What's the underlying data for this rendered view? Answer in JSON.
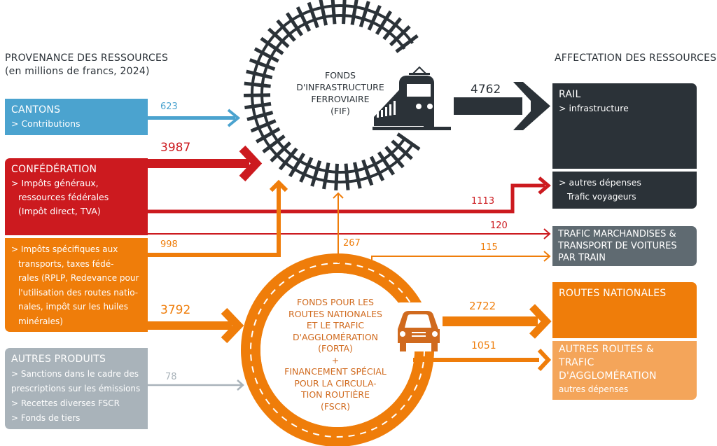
{
  "headings": {
    "sources_title": "PROVENANCE DES RESSOURCES",
    "sources_subtitle": "(en millions de francs, 2024)",
    "uses_title": "AFFECTATION DES RESSOURCES"
  },
  "sources": {
    "cantons": {
      "title": "CANTONS",
      "lines": [
        "> Contributions"
      ],
      "color": "#4ba3cf"
    },
    "confederation": {
      "title": "CONFÉDÉRATION",
      "lines": [
        "> Impôts généraux,",
        "ressources fédérales",
        "(Impôt direct, TVA)"
      ],
      "color": "#cc1a1f"
    },
    "specific_taxes": {
      "lines": [
        "> Impôts spécifiques aux",
        "transports, taxes fédé-",
        "rales (RPLP, Redevance pour",
        "l'utilisation des routes natio-",
        "nales, impôt sur les huiles",
        "minérales)"
      ],
      "color": "#ef7d0a"
    },
    "other_products": {
      "title": "AUTRES PRODUITS",
      "lines": [
        "> Sanctions dans le cadre des",
        "prescriptions sur les émissions",
        "> Recettes diverses FSCR",
        "> Fonds de tiers"
      ],
      "color": "#a9b3ba"
    }
  },
  "funds": {
    "fif": {
      "lines": [
        "FONDS",
        "D'INFRASTRUCTURE",
        "FERROVIAIRE",
        "(FIF)"
      ],
      "color": "#2b3238"
    },
    "forta": {
      "lines": [
        "FONDS POUR LES",
        "ROUTES NATIONALES",
        "ET LE TRAFIC",
        "D'AGGLOMÉRATION",
        "(FORTA)",
        "+",
        "FINANCEMENT SPÉCIAL",
        "POUR LA CIRCULA-",
        "TION ROUTIÈRE",
        "(FSCR)"
      ],
      "color": "#ef7d0a",
      "text_color": "#d06a1e"
    }
  },
  "uses": {
    "rail": {
      "title": "RAIL",
      "lines": [
        "> infrastructure"
      ],
      "color": "#2b3238"
    },
    "rail_other": {
      "lines": [
        "> autres dépenses",
        "Trafic voyageurs"
      ],
      "color": "#2b3238"
    },
    "freight": {
      "lines": [
        "TRAFIC MARCHANDISES  &",
        "TRANSPORT DE VOITURES",
        "PAR TRAIN"
      ],
      "color": "#5f6a71"
    },
    "national_roads": {
      "title": "ROUTES NATIONALES",
      "color": "#ef7d0a"
    },
    "other_roads": {
      "lines": [
        "AUTRES ROUTES &",
        "TRAFIC",
        "D'AGGLOMÉRATION"
      ],
      "sub": "autres dépenses",
      "color": "#f4a55a"
    }
  },
  "flows": {
    "cantons_to_fif": "623",
    "confederation_to_fif": "3987",
    "confederation_to_rail_other": "1113",
    "confederation_to_freight": "120",
    "specific_to_fif": "998",
    "forta_to_fif": "267",
    "forta_to_freight": "115",
    "specific_to_forta": "3792",
    "other_to_forta": "78",
    "fif_to_rail": "4762",
    "forta_to_national_roads": "2722",
    "forta_to_other_roads": "1051"
  },
  "icons": {
    "train": "train-icon",
    "car": "car-icon",
    "track": "railway-track-ring",
    "road": "road-ring"
  }
}
